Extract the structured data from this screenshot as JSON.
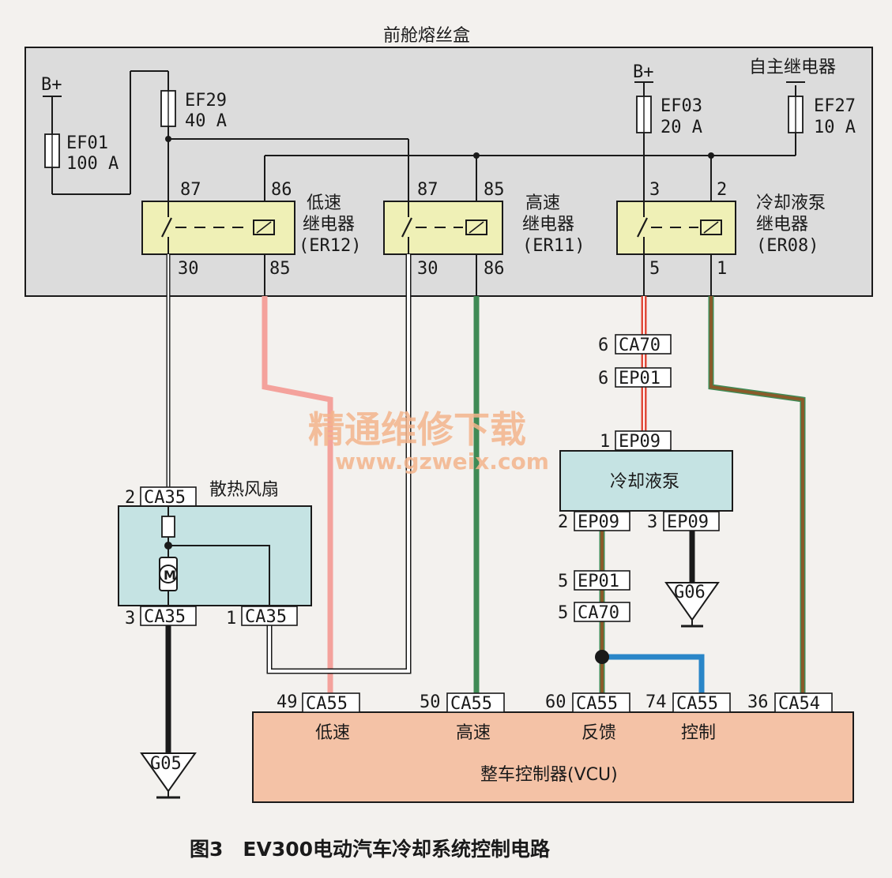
{
  "fuse_box": {
    "title": "前舱熔丝盒",
    "autonomous_relay": "自主继电器"
  },
  "power": {
    "b_plus_left": "B+",
    "b_plus_right": "B+"
  },
  "fuses": {
    "ef01": {
      "name": "EF01",
      "rating": "100 A"
    },
    "ef29": {
      "name": "EF29",
      "rating": "40 A"
    },
    "ef03": {
      "name": "EF03",
      "rating": "20 A"
    },
    "ef27": {
      "name": "EF27",
      "rating": "10 A"
    }
  },
  "relays": {
    "low": {
      "line1": "低速",
      "line2": "继电器",
      "code": "(ER12)",
      "pin_top_left": "87",
      "pin_top_right": "86",
      "pin_bottom_left": "30",
      "pin_bottom_right": "85"
    },
    "high": {
      "line1": "高速",
      "line2": "继电器",
      "code": "(ER11)",
      "pin_top_left": "87",
      "pin_top_right": "85",
      "pin_bottom_left": "30",
      "pin_bottom_right": "86"
    },
    "pump": {
      "line1": "冷却液泵",
      "line2": "继电器",
      "code": "(ER08)",
      "pin_top_left": "3",
      "pin_top_right": "2",
      "pin_bottom_left": "5",
      "pin_bottom_right": "1"
    }
  },
  "connectors": {
    "ca70_6": {
      "pin": "6",
      "name": "CA70"
    },
    "ep01_6": {
      "pin": "6",
      "name": "EP01"
    },
    "ep09_1": {
      "pin": "1",
      "name": "EP09"
    },
    "ep09_2": {
      "pin": "2",
      "name": "EP09"
    },
    "ep09_3": {
      "pin": "3",
      "name": "EP09"
    },
    "ep01_5": {
      "pin": "5",
      "name": "EP01"
    },
    "ca70_5": {
      "pin": "5",
      "name": "CA70"
    },
    "ca35_2": {
      "pin": "2",
      "name": "CA35"
    },
    "ca35_3": {
      "pin": "3",
      "name": "CA35"
    },
    "ca35_1": {
      "pin": "1",
      "name": "CA35"
    },
    "ca55_49": {
      "pin": "49",
      "name": "CA55"
    },
    "ca55_50": {
      "pin": "50",
      "name": "CA55"
    },
    "ca55_60": {
      "pin": "60",
      "name": "CA55"
    },
    "ca55_74": {
      "pin": "74",
      "name": "CA55"
    },
    "ca54_36": {
      "pin": "36",
      "name": "CA54"
    }
  },
  "components": {
    "coolant_pump": "冷却液泵",
    "radiator_fan": "散热风扇",
    "motor_symbol": "M"
  },
  "grounds": {
    "g05": "G05",
    "g06": "G06"
  },
  "vcu": {
    "title": "整车控制器(VCU)",
    "pins": {
      "low": "低速",
      "high": "高速",
      "feedback": "反馈",
      "control": "控制"
    }
  },
  "watermark": {
    "cn": "精通维修下载",
    "url": "www.gzweix.com"
  },
  "caption": "图3　EV300电动汽车冷却系统控制电路",
  "colors": {
    "fuse_box_fill": "#dcdcdc",
    "relay_fill": "#eff0b6",
    "component_fill": "#c5e3e3",
    "vcu_fill": "#f4c2a6",
    "wire_pink": "#f4a29c",
    "wire_green": "#3f8a55",
    "wire_blue": "#2a86c8",
    "wire_brown": "#8a5a2a",
    "wire_red": "#e04a3a",
    "wire_black": "#1a1a1a"
  }
}
